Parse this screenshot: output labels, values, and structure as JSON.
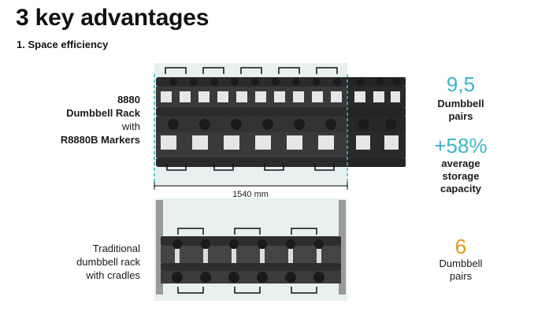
{
  "header": {
    "title": "3 key advantages",
    "subtitle": "1. Space efficiency"
  },
  "top_rack": {
    "label_line1": "8880",
    "label_line2": "Dumbbell Rack",
    "label_line3": "with",
    "label_line4": "R8880B Markers",
    "stat1_value": "9,5",
    "stat1_line1": "Dumbbell",
    "stat1_line2": "pairs",
    "stat2_value": "+58%",
    "stat2_line1": "average",
    "stat2_line2": "storage",
    "stat2_line3": "capacity"
  },
  "measure": {
    "label": "1540 mm"
  },
  "bottom_rack": {
    "label_line1": "Traditional",
    "label_line2": "dumbbell rack",
    "label_line3": "with cradles",
    "stat_value": "6",
    "stat_line1": "Dumbbell",
    "stat_line2": "pairs"
  },
  "colors": {
    "accent_teal": "#3db5c8",
    "accent_gold": "#d89a1a",
    "highlight_bg": "#e8f0f0"
  }
}
